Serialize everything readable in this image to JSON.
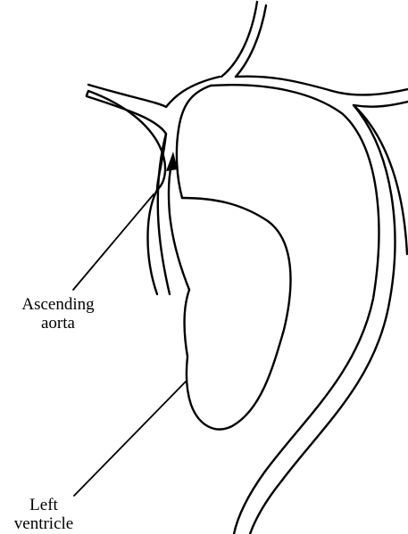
{
  "diagram": {
    "labels": {
      "ascending_aorta": {
        "line1": "Ascending",
        "line2": "aorta"
      },
      "left_ventricle": {
        "line1": "Left",
        "line2": "ventricle"
      }
    },
    "colors": {
      "stroke": "#000000",
      "background": "#ffffff"
    }
  }
}
